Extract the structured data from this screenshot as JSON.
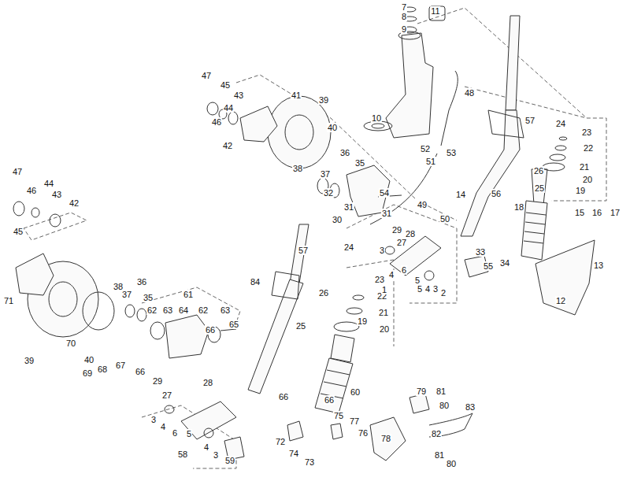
{
  "diagram": {
    "labels": [
      "7",
      "8",
      "9",
      "11",
      "10",
      "48",
      "57",
      "24",
      "23",
      "22",
      "21",
      "20",
      "19",
      "26",
      "25",
      "56",
      "14",
      "52",
      "51",
      "53",
      "54",
      "49",
      "50",
      "18",
      "15",
      "16",
      "17",
      "33",
      "34",
      "55",
      "13",
      "12",
      "27",
      "28",
      "29",
      "30",
      "31",
      "31",
      "32",
      "35",
      "36",
      "37",
      "38",
      "39",
      "40",
      "41",
      "42",
      "43",
      "44",
      "45",
      "46",
      "47",
      "47",
      "46",
      "44",
      "43",
      "42",
      "45",
      "71",
      "39",
      "70",
      "40",
      "69",
      "68",
      "67",
      "66",
      "38",
      "37",
      "36",
      "35",
      "62",
      "63",
      "61",
      "64",
      "62",
      "63",
      "65",
      "66",
      "29",
      "27",
      "28",
      "3",
      "4",
      "6",
      "5",
      "4",
      "3",
      "58",
      "59",
      "84",
      "57",
      "24",
      "23",
      "22",
      "21",
      "20",
      "19",
      "26",
      "25",
      "60",
      "66",
      "66",
      "1",
      "3",
      "4",
      "6",
      "5",
      "5",
      "4",
      "3",
      "2",
      "72",
      "74",
      "73",
      "75",
      "77",
      "76",
      "78",
      "79",
      "81",
      "80",
      "83",
      "82",
      "81",
      "80"
    ]
  }
}
